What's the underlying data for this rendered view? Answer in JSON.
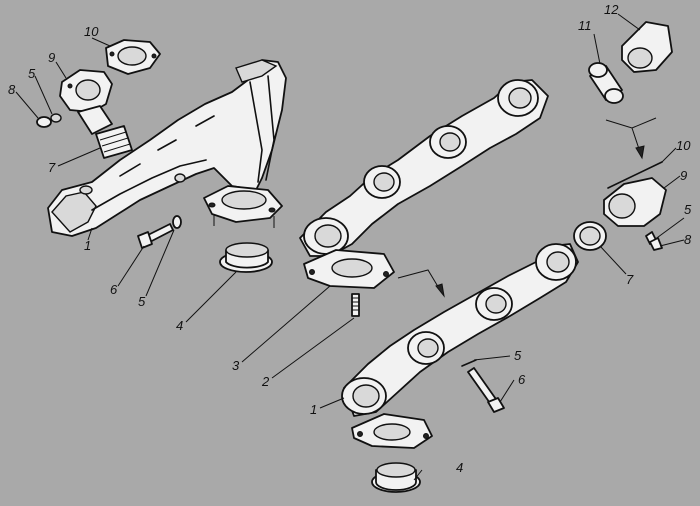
{
  "labels": {
    "l1a": "1",
    "l1b": "1",
    "l2": "2",
    "l3": "3",
    "l4a": "4",
    "l4b": "4",
    "l5a": "5",
    "l5b": "5",
    "l5c": "5",
    "l5d": "5",
    "l6a": "6",
    "l6b": "6",
    "l7a": "7",
    "l7b": "7",
    "l8a": "8",
    "l8b": "8",
    "l9a": "9",
    "l9b": "9",
    "l10a": "10",
    "l10b": "10",
    "l11": "11",
    "l12": "12"
  }
}
